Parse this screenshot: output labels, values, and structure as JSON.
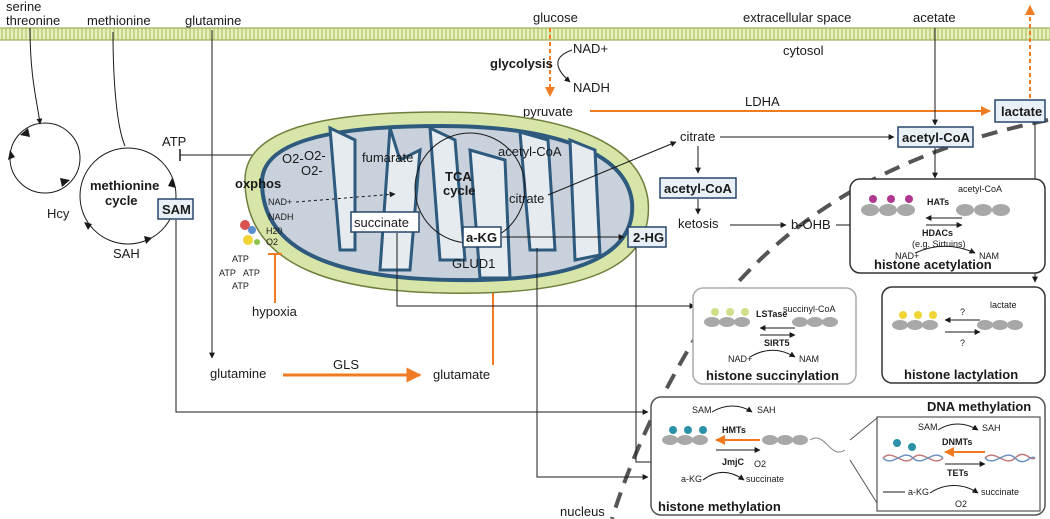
{
  "metabolites": {
    "serine_threonine": [
      "serine",
      "threonine"
    ],
    "methionine": "methionine",
    "glutamine_top": "glutamine",
    "glucose": "glucose",
    "extracellular": "extracellular space",
    "cytosol": "cytosol",
    "acetate": "acetate",
    "nad_plus": "NAD+",
    "glycolysis": "glycolysis",
    "nadh": "NADH",
    "pyruvate": "pyruvate",
    "ldha": "LDHA",
    "lactate": "lactate",
    "atp": "ATP",
    "methionine_cycle": [
      "methionine",
      "cycle"
    ],
    "hcy": "Hcy",
    "sah": "SAH",
    "sam": "SAM",
    "citrate_cyto": "citrate",
    "acetyl_coa_mito_box": "acetyl-CoA",
    "acetyl_coa_cyto": "acetyl-CoA",
    "acetyl_coa_nuc": "acetyl-CoA",
    "ketosis": "ketosis",
    "b_ohb": "b-OHB",
    "two_hg": "2-HG",
    "glutamine_bottom": "glutamine",
    "gls": "GLS",
    "glutamate": "glutamate",
    "hypoxia": "hypoxia",
    "nucleus": "nucleus"
  },
  "mitochondrion": {
    "o2_radicals": [
      "O2-",
      "O2-",
      "O2-"
    ],
    "oxphos": "oxphos",
    "nad_plus": "NAD+",
    "nadh": "NADH",
    "h2o": "H20",
    "o2": "O2",
    "atp_list": [
      "ATP",
      "ATP",
      "ATP",
      "ATP"
    ],
    "fumarate": "fumarate",
    "tca": [
      "TCA",
      "cycle"
    ],
    "acetyl_coa": "acetyl-CoA",
    "citrate": "citrate",
    "succinate": "succinate",
    "akg": "a-KG",
    "glud1": "GLUD1"
  },
  "panels": {
    "acetylation": {
      "title": "histone acetylation",
      "acetyl_coa": "acetyl-CoA",
      "hats": "HATs",
      "hdacs": "HDACs",
      "sirtuins": "(e.g. Sirtuins)",
      "nad_plus": "NAD+",
      "nam": "NAM"
    },
    "succinylation": {
      "title": "histone succinylation",
      "succinyl_coa": "succinyl-CoA",
      "lstase": "LSTase",
      "sirt5": "SIRT5",
      "nad_plus": "NAD+",
      "nam": "NAM"
    },
    "lactylation": {
      "title": "histone lactylation",
      "lactate": "lactate",
      "q1": "?",
      "q2": "?"
    },
    "methylation": {
      "title": "histone methylation",
      "sam": "SAM",
      "sah": "SAH",
      "hmts": "HMTs",
      "jmjc": "JmjC",
      "o2": "O2",
      "akg": "a-KG",
      "succinate": "succinate"
    },
    "dna": {
      "title": "DNA methylation",
      "sam": "SAM",
      "sah": "SAH",
      "dnmts": "DNMTs",
      "tets": "TETs",
      "akg": "a-KG",
      "succinate": "succinate",
      "o2": "O2"
    }
  },
  "colors": {
    "orange": "#f07b22",
    "membrane": "#2e5a7d",
    "outer_mito": "#d7e6a8",
    "mito_inner": "#c9d1dc",
    "box_border": "#27476b",
    "cell_membrane": "#d9e6a0",
    "nucleosome": "#a8a8a8",
    "acetyl_mark": "#b0388f",
    "succinyl_mark": "#cfe08a",
    "lactyl_mark": "#f0d534",
    "methyl_mark": "#2a91a8"
  }
}
